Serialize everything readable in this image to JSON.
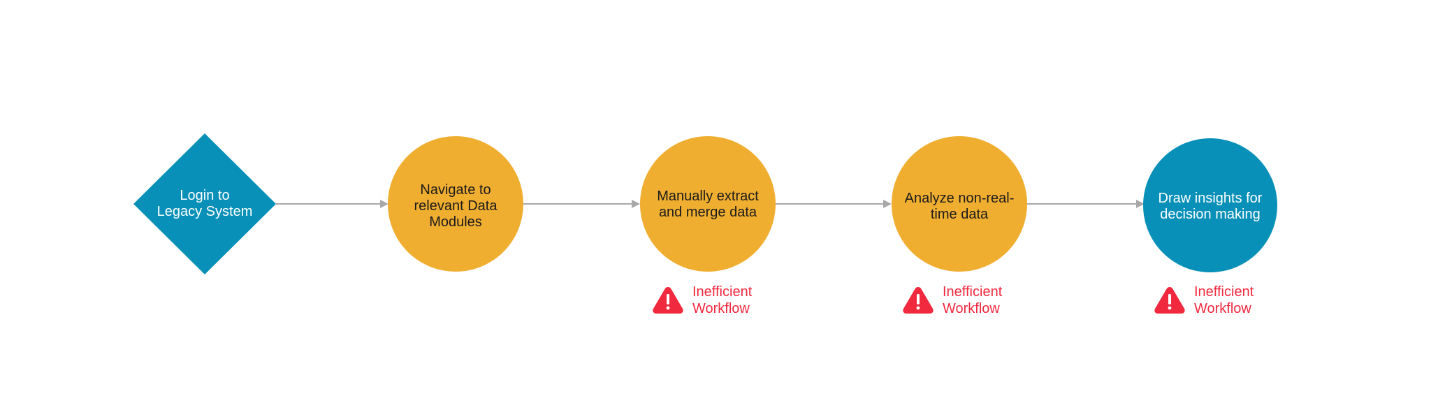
{
  "colors": {
    "decision": "#0890b8",
    "process": "#f0ae31",
    "outcome": "#0890b8",
    "connector": "#a8a8a8",
    "warning": "#f0293e"
  },
  "flow": {
    "nodes": [
      {
        "id": "login",
        "shape": "diamond",
        "label": "Login to\nLegacy System",
        "fill": "decision"
      },
      {
        "id": "navigate",
        "shape": "circle",
        "label": "Navigate to\nrelevant Data\nModules",
        "fill": "process"
      },
      {
        "id": "extract",
        "shape": "circle",
        "label": "Manually extract\nand merge data",
        "fill": "process"
      },
      {
        "id": "analyze",
        "shape": "circle",
        "label": "Analyze non-real-\ntime data",
        "fill": "process"
      },
      {
        "id": "insights",
        "shape": "circle",
        "label": "Draw insights for\ndecision making",
        "fill": "outcome"
      }
    ],
    "edges": [
      {
        "from": "login",
        "to": "navigate"
      },
      {
        "from": "navigate",
        "to": "extract"
      },
      {
        "from": "extract",
        "to": "analyze"
      },
      {
        "from": "analyze",
        "to": "insights"
      }
    ],
    "warnings": [
      {
        "node": "extract",
        "icon": "warning-triangle-icon",
        "text": "Inefficient\nWorkflow"
      },
      {
        "node": "analyze",
        "icon": "warning-triangle-icon",
        "text": "Inefficient\nWorkflow"
      },
      {
        "node": "insights",
        "icon": "warning-triangle-icon",
        "text": "Inefficient\nWorkflow"
      }
    ]
  }
}
